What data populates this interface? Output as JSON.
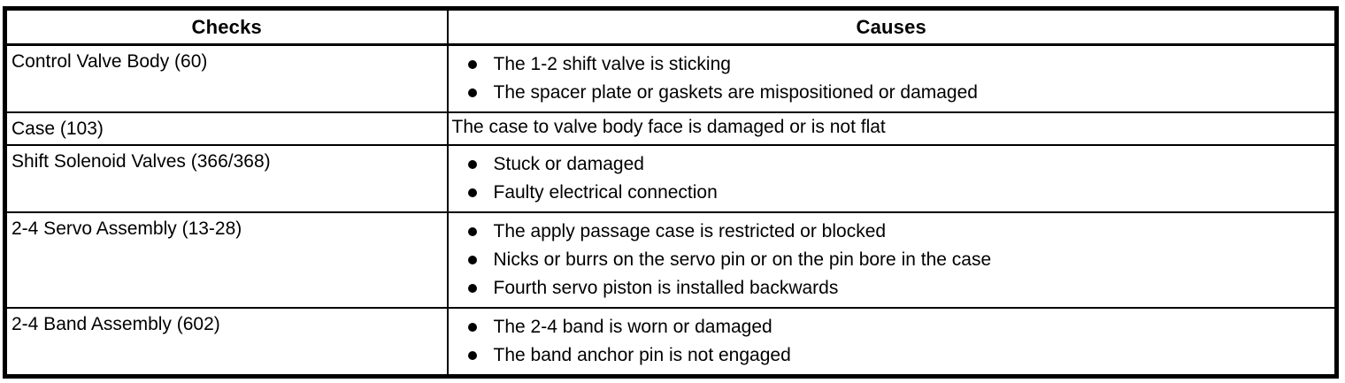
{
  "colors": {
    "border": "#000000",
    "text": "#000000",
    "background": "#ffffff"
  },
  "table": {
    "headers": {
      "checks": "Checks",
      "causes": "Causes"
    },
    "rows": [
      {
        "check": "Control Valve Body (60)",
        "bulleted": true,
        "causes": [
          "The 1-2 shift valve is sticking",
          "The spacer plate or gaskets are mispositioned or damaged"
        ]
      },
      {
        "check": "Case (103)",
        "bulleted": false,
        "causes": [
          "The case to valve body face is damaged or is not flat"
        ]
      },
      {
        "check": "Shift Solenoid Valves (366/368)",
        "bulleted": true,
        "causes": [
          "Stuck or damaged",
          "Faulty electrical connection"
        ]
      },
      {
        "check": "2-4 Servo Assembly (13-28)",
        "bulleted": true,
        "causes": [
          "The apply passage case is restricted or blocked",
          "Nicks or burrs on the servo pin or on the pin bore in the case",
          "Fourth servo piston is installed backwards"
        ]
      },
      {
        "check": "2-4 Band Assembly (602)",
        "bulleted": true,
        "causes": [
          "The 2-4 band is worn or damaged",
          "The band anchor pin is not engaged"
        ]
      }
    ]
  }
}
